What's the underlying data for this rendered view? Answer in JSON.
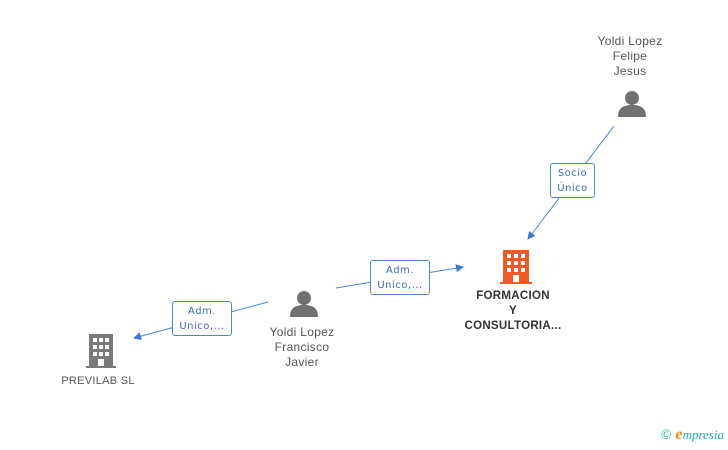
{
  "nodes": {
    "felipe": {
      "type": "person",
      "lines": [
        "Yoldi Lopez",
        "Felipe",
        "Jesus"
      ]
    },
    "francisco": {
      "type": "person",
      "lines": [
        "Yoldi Lopez",
        "Francisco",
        "Javier"
      ]
    },
    "formacion": {
      "type": "company-main",
      "lines": [
        "FORMACION",
        "Y",
        "CONSULTORIA..."
      ]
    },
    "previlab": {
      "type": "company",
      "lines": [
        "PREVILAB SL"
      ]
    }
  },
  "edges": {
    "socio": {
      "lines": [
        "Socio",
        "Único"
      ]
    },
    "adm_formacion": {
      "lines": [
        "Adm.",
        "Unico,..."
      ]
    },
    "adm_previlab": {
      "lines": [
        "Adm.",
        "Unico,..."
      ]
    }
  },
  "colors": {
    "person_icon": "#707070",
    "company_icon": "#7a7a7a",
    "main_company_icon": "#f15a24",
    "edge": "#4a86d4"
  },
  "watermark": {
    "copyright": "©",
    "brand_initial": "e",
    "brand_rest": "mpresia"
  }
}
